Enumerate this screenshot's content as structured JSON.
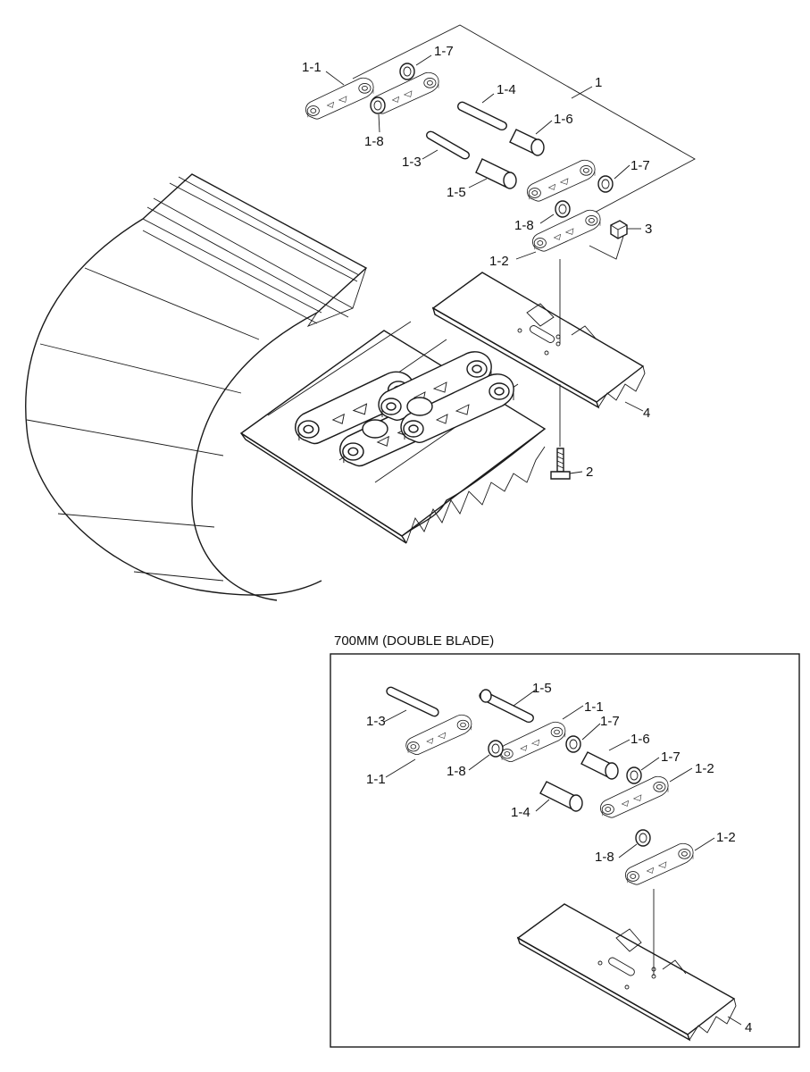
{
  "labels": {
    "assy": "1",
    "l1_1": "1-1",
    "l1_7a": "1-7",
    "l1_4": "1-4",
    "l1_8a": "1-8",
    "l1_6": "1-6",
    "l1_3": "1-3",
    "l1_5": "1-5",
    "l1_7b": "1-7",
    "l1_8b": "1-8",
    "l3": "3",
    "l1_2": "1-2",
    "l4": "4",
    "l2": "2"
  },
  "inset": {
    "caption": "700MM (DOUBLE BLADE)",
    "labels": {
      "l1_5": "1-5",
      "l1_3": "1-3",
      "l1_1a": "1-1",
      "l1_7a": "1-7",
      "l1_6": "1-6",
      "l1_1b": "1-1",
      "l1_8a": "1-8",
      "l1_7b": "1-7",
      "l1_2a": "1-2",
      "l1_4": "1-4",
      "l1_8b": "1-8",
      "l1_2b": "1-2",
      "l4": "4"
    }
  }
}
